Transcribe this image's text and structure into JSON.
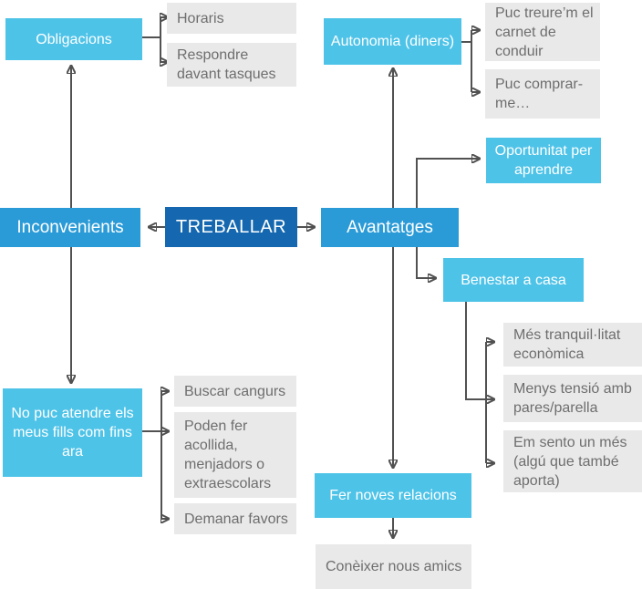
{
  "diagram": {
    "type_hint": "mind-map",
    "colors": {
      "root_bg": "#1568B0",
      "branch_bg": "#2B9BD7",
      "sub_bg": "#4EC3E8",
      "leaf_bg": "#E9E9E9",
      "leaf_text": "#6E6E6E",
      "node_text": "#FFFFFF",
      "line": "#515151"
    },
    "nodes": {
      "treballar": {
        "label": "TREBALLAR"
      },
      "inconvenients": {
        "label": "Inconvenients"
      },
      "obligacions": {
        "label": "Obligacions"
      },
      "horaris": {
        "label": "Horaris"
      },
      "respondre": {
        "label": "Respondre davant tasques"
      },
      "no_puc": {
        "label": "No puc atendre els meus fills com fins ara"
      },
      "buscar": {
        "label": "Buscar cangurs"
      },
      "poden": {
        "label": "Poden fer acollida, menjadors o extraescolars"
      },
      "demanar": {
        "label": "Demanar favors"
      },
      "avantatges": {
        "label": "Avantatges"
      },
      "autonomia": {
        "label": "Autonomia (diners)"
      },
      "puc_treure": {
        "label": "Puc treure’m el carnet de conduir"
      },
      "puc_comprar": {
        "label": "Puc comprar-me…"
      },
      "oportunitat": {
        "label": "Oportunitat per aprendre"
      },
      "benestar": {
        "label": "Benestar a casa"
      },
      "mes_tranquil": {
        "label": "Més tranquil·litat econòmica"
      },
      "menys_tensio": {
        "label": "Menys tensió amb pares/parella"
      },
      "em_sento": {
        "label": "Em sento un més (algú que també aporta)"
      },
      "fer_noves": {
        "label": "Fer noves relacions"
      },
      "coneixer": {
        "label": "Conèixer nous amics"
      }
    }
  }
}
